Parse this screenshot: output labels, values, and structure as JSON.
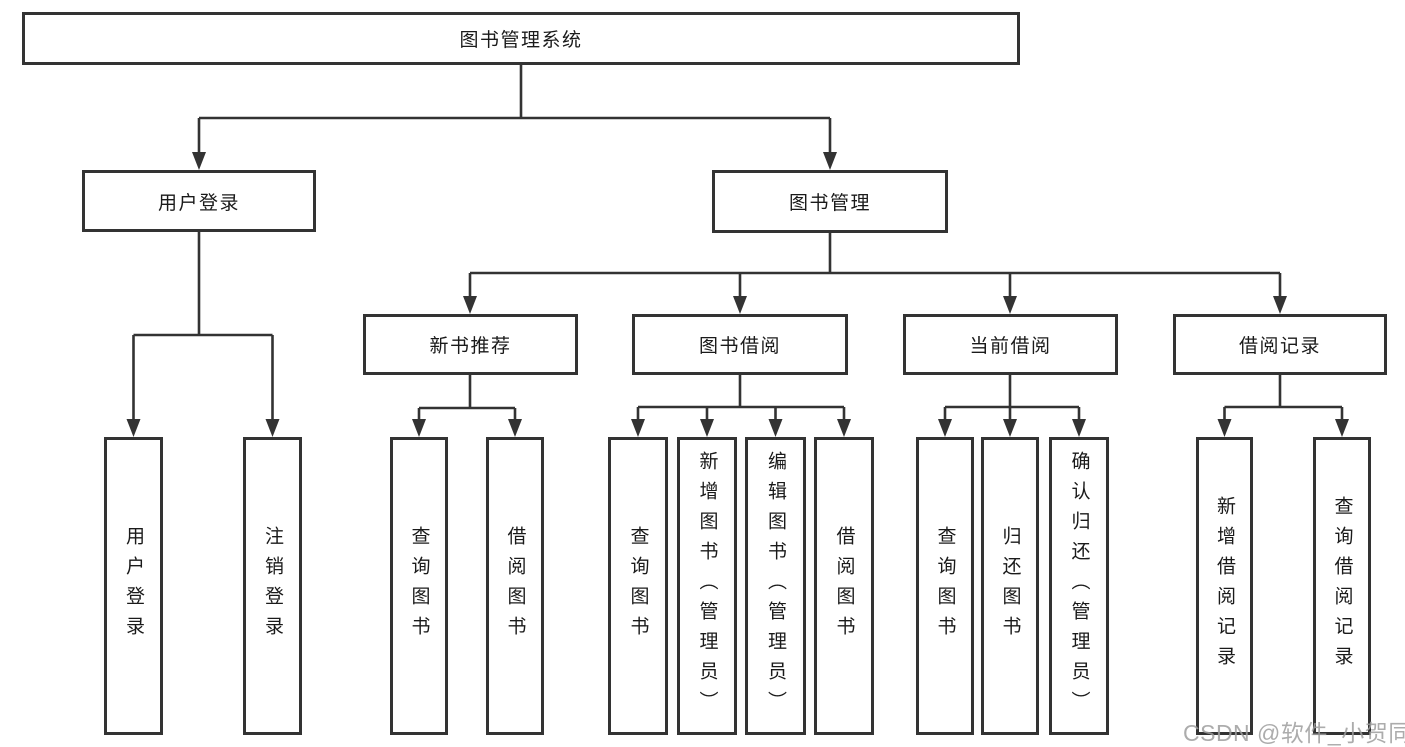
{
  "diagram": {
    "title": "图书管理系统",
    "root": {
      "label": "图书管理系统"
    },
    "branches": [
      {
        "label": "用户登录",
        "children": [
          {
            "label": "用户登录"
          },
          {
            "label": "注销登录"
          }
        ]
      },
      {
        "label": "图书管理",
        "children": [
          {
            "label": "新书推荐",
            "children": [
              {
                "label": "查询图书"
              },
              {
                "label": "借阅图书"
              }
            ]
          },
          {
            "label": "图书借阅",
            "children": [
              {
                "label": "查询图书"
              },
              {
                "label": "新增图书（管理员）"
              },
              {
                "label": "编辑图书（管理员）"
              },
              {
                "label": "借阅图书"
              }
            ]
          },
          {
            "label": "当前借阅",
            "children": [
              {
                "label": "查询图书"
              },
              {
                "label": "归还图书"
              },
              {
                "label": "确认归还（管理员）"
              }
            ]
          },
          {
            "label": "借阅记录",
            "children": [
              {
                "label": "新增借阅记录"
              },
              {
                "label": "查询借阅记录"
              }
            ]
          }
        ]
      }
    ]
  },
  "watermark": {
    "text": "CSDN @软件_小贺同学"
  },
  "colors": {
    "line": "#333333",
    "fill": "#ffffff",
    "text": "#1a1a1a",
    "watermark": "#9e9e9e"
  }
}
